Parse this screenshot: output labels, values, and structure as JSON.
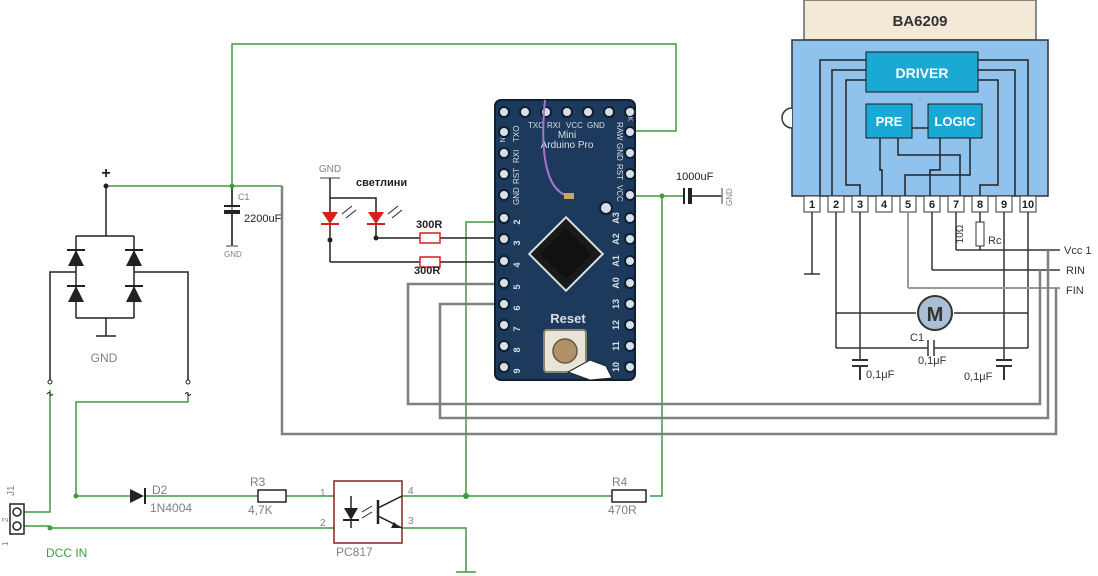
{
  "colors": {
    "green_wire": "#3f9b3f",
    "gray_wire": "#808080",
    "dark_wire": "#333333",
    "red": "#d71f1f",
    "board_blue": "#1d3a5c",
    "ic_blue": "#8fc3ee",
    "ic_cyan": "#1aa9d4",
    "chip_beige": "#f3e9d6",
    "label_gray": "#808080"
  },
  "ic": {
    "name": "BA6209",
    "blocks": {
      "driver": "DRIVER",
      "pre": "PRE",
      "logic": "LOGIC"
    },
    "pins": [
      "1",
      "2",
      "3",
      "4",
      "5",
      "6",
      "7",
      "8",
      "9",
      "10"
    ],
    "res_10": "10Ω",
    "rc": "Rc",
    "vcc": "Vcc 1",
    "rin": "RIN",
    "fin": "FIN",
    "c1": "C1",
    "cap1": "0,1μF",
    "cap2": "0,1μF",
    "cap3": "0,1μF",
    "motor": "M"
  },
  "arduino": {
    "title1": "Mini",
    "title2": "Arduino Pro",
    "reset": "Reset",
    "top_labels": [
      "TXO",
      "RXI",
      "VCC",
      "GND"
    ],
    "top_left": "GRN",
    "top_right": "BLK",
    "left_labels": [
      "TXO",
      "RXI",
      "RST",
      "GND"
    ],
    "right_labels": [
      "RAW",
      "GND",
      "RST",
      "VCC"
    ],
    "left_nums": [
      "2",
      "3",
      "4",
      "5",
      "6",
      "7",
      "8",
      "9"
    ],
    "right_nums": [
      "A3",
      "A2",
      "A1",
      "A0",
      "13",
      "12",
      "11",
      "10"
    ]
  },
  "labels": {
    "plus": "+",
    "gnd_bridge": "GND",
    "c1": "C1",
    "c1_val": "2200uF",
    "gnd_c1": "GND",
    "gnd_led": "GND",
    "lights": "светлини",
    "r_300a": "300R",
    "r_300b": "300R",
    "cap_1000": "1000uF",
    "gnd_cap": "GND",
    "j1": "J1",
    "dcc_in": "DCC IN",
    "d2": "D2",
    "d2_val": "1N4004",
    "r3": "R3",
    "r3_val": "4,7K",
    "pc817": "PC817",
    "r4": "R4",
    "r4_val": "470R",
    "opto_p1": "1",
    "opto_p2": "2",
    "opto_p3": "3",
    "opto_p4": "4",
    "j1_p1": "1",
    "j1_p2": "2"
  }
}
